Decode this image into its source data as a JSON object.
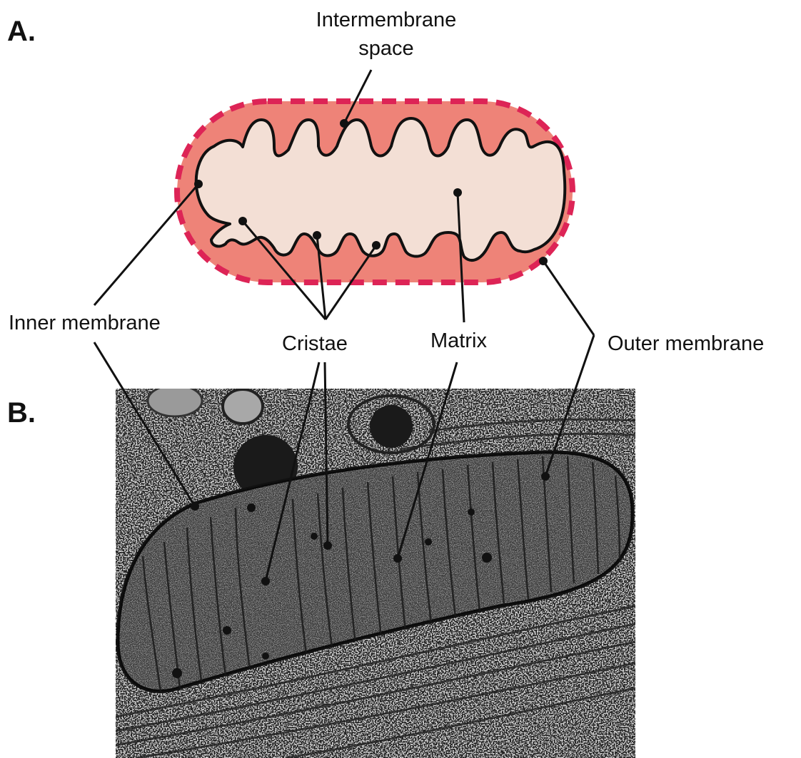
{
  "panels": {
    "a_letter": "A.",
    "b_letter": "B."
  },
  "labels": {
    "intermembrane_line1": "Intermembrane",
    "intermembrane_line2": "space",
    "inner_membrane": "Inner membrane",
    "cristae": "Cristae",
    "matrix": "Matrix",
    "outer_membrane": "Outer membrane"
  },
  "colors": {
    "intermembrane_fill": "#ee8378",
    "outer_membrane_dash": "#dd2456",
    "matrix_fill": "#f3dfd5",
    "inner_membrane_stroke": "#111111",
    "leader_lines": "#111111"
  }
}
